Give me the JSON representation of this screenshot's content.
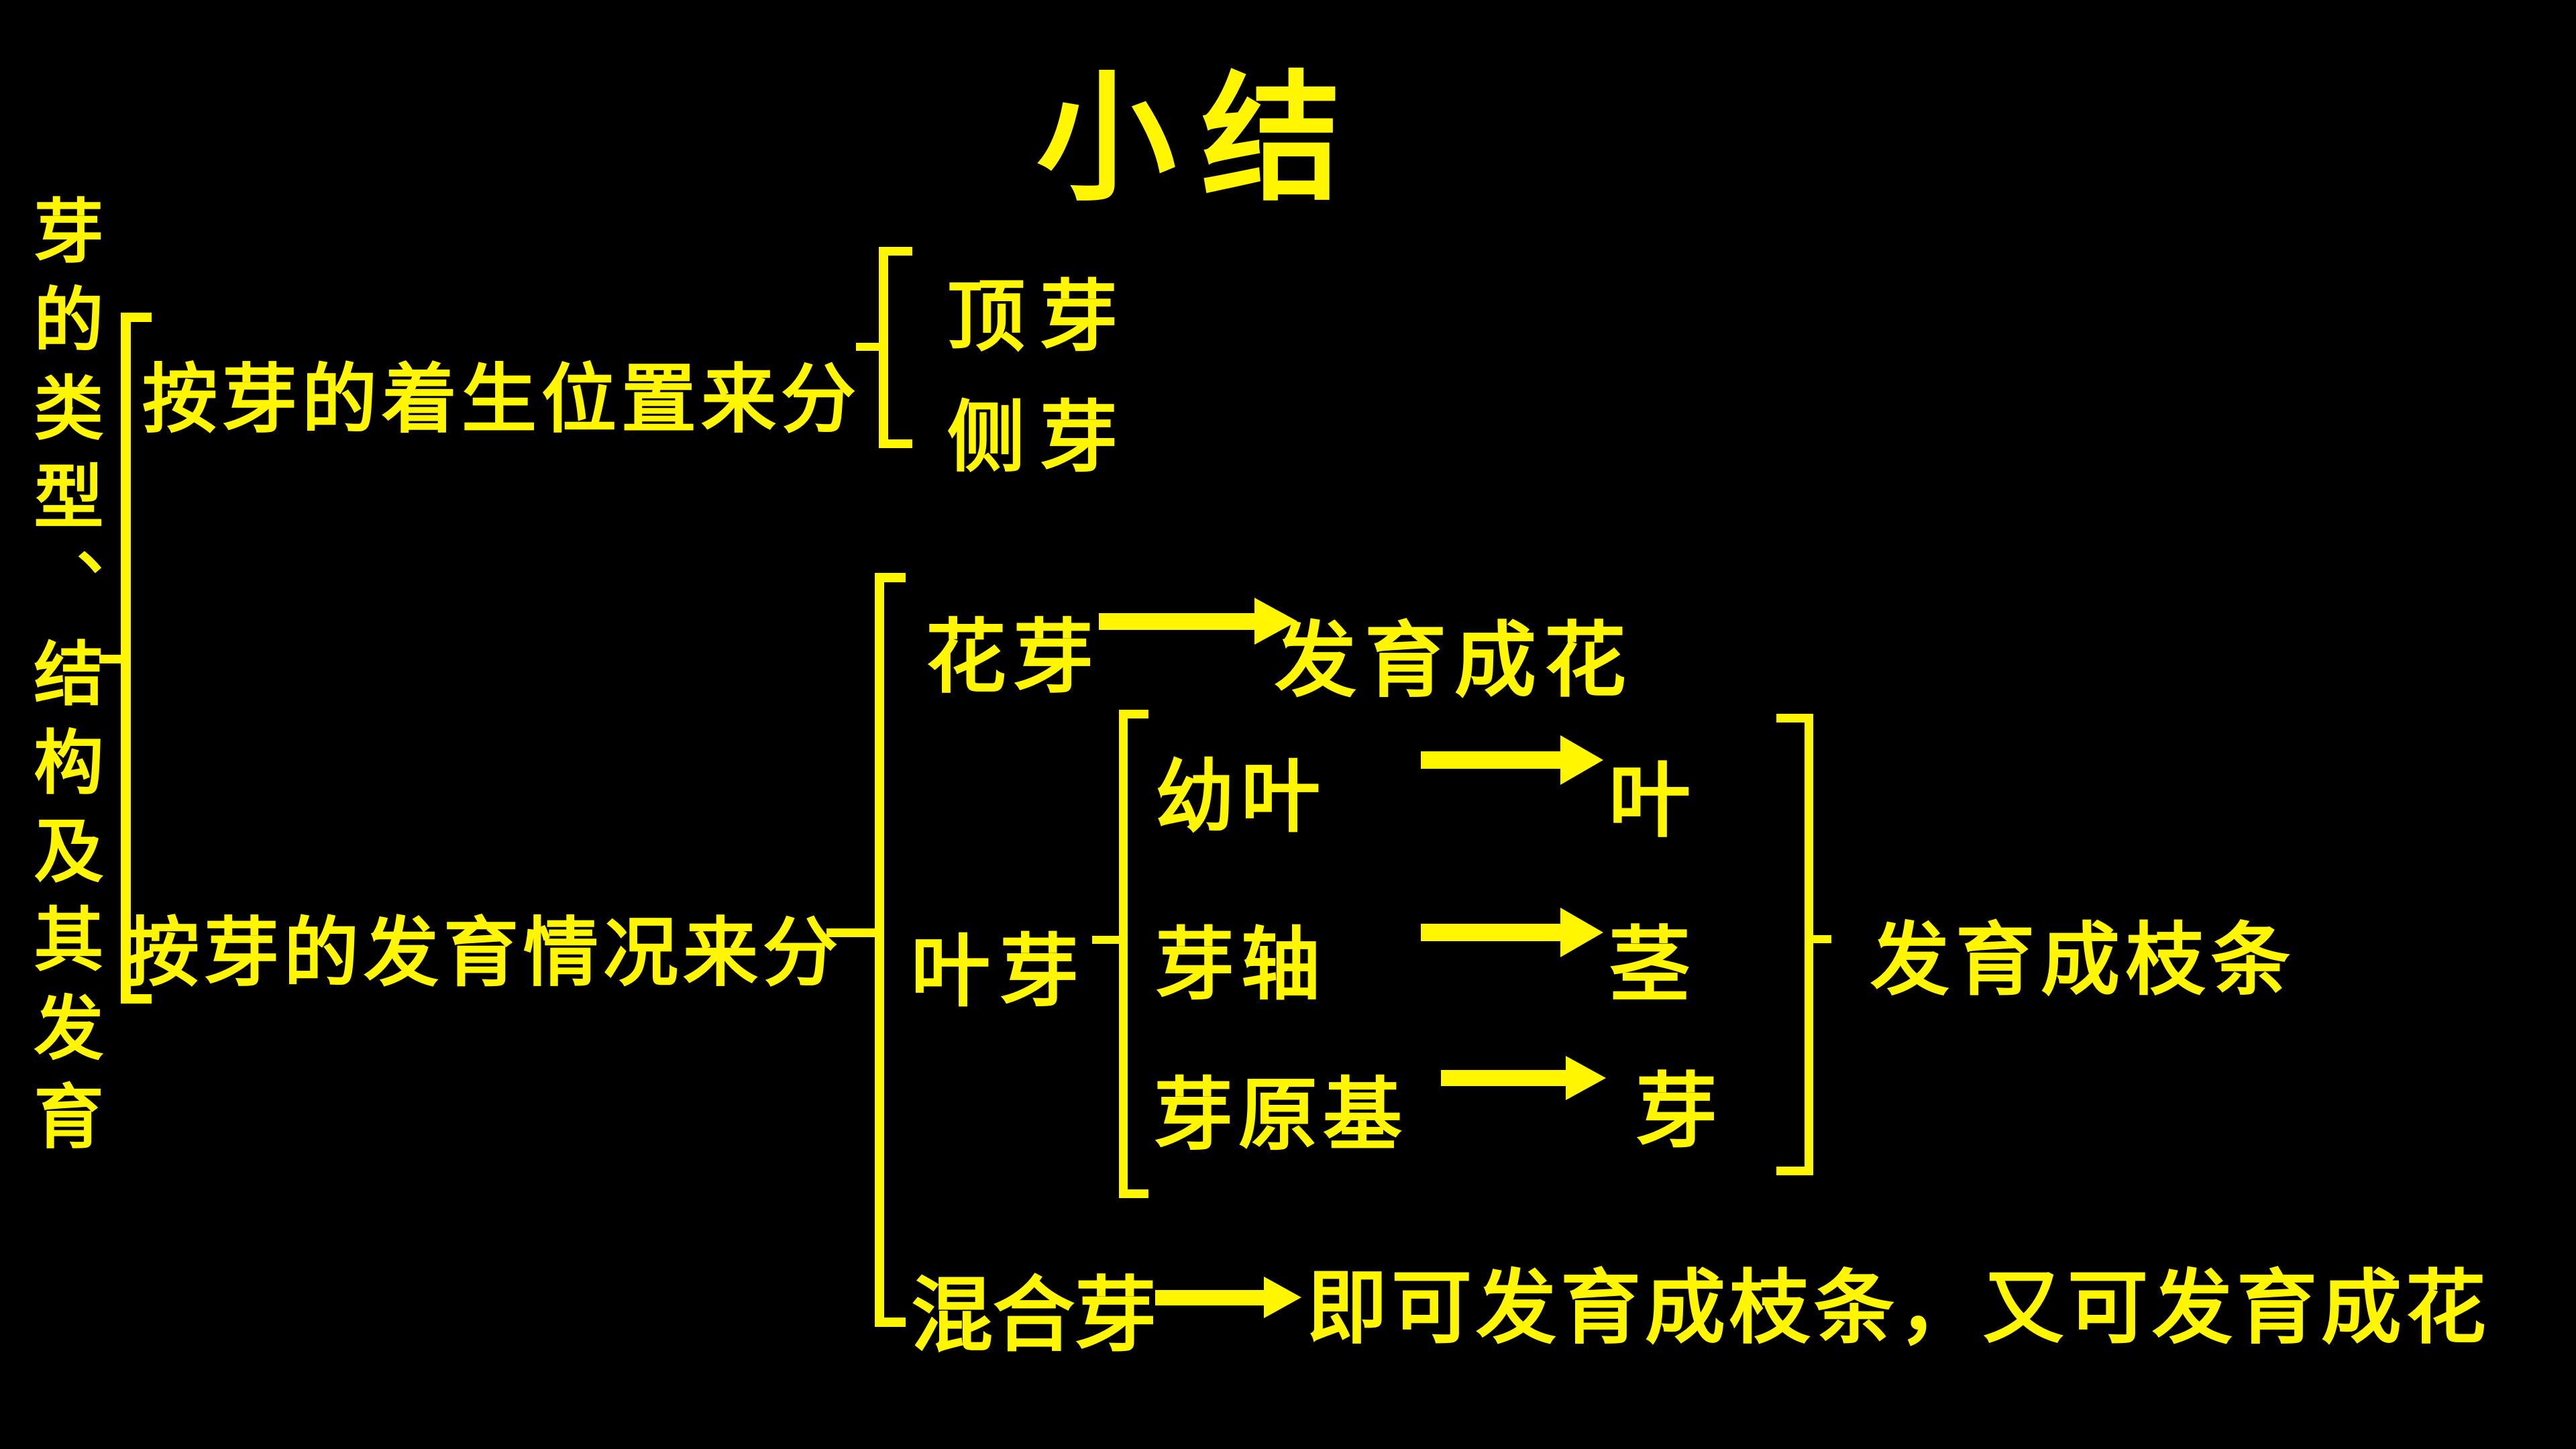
{
  "colors": {
    "background": "#000000",
    "foreground": "#FFF600"
  },
  "title": "小结",
  "root": {
    "label": "芽的类型、结构及其发育"
  },
  "by_position": {
    "label": "按芽的着生位置来分",
    "items": [
      {
        "name": "顶芽"
      },
      {
        "name": "侧芽"
      }
    ]
  },
  "by_development": {
    "label": "按芽的发育情况来分",
    "flower_bud": {
      "name": "花芽",
      "result": "发育成花"
    },
    "leaf_bud": {
      "name": "叶芽",
      "parts": [
        {
          "name": "幼叶",
          "result": "叶"
        },
        {
          "name": "芽轴",
          "result": "茎"
        },
        {
          "name": "芽原基",
          "result": "芽"
        }
      ],
      "group_result": "发育成枝条"
    },
    "mixed_bud": {
      "name": "混合芽",
      "result": "即可发育成枝条，又可发育成花"
    }
  }
}
